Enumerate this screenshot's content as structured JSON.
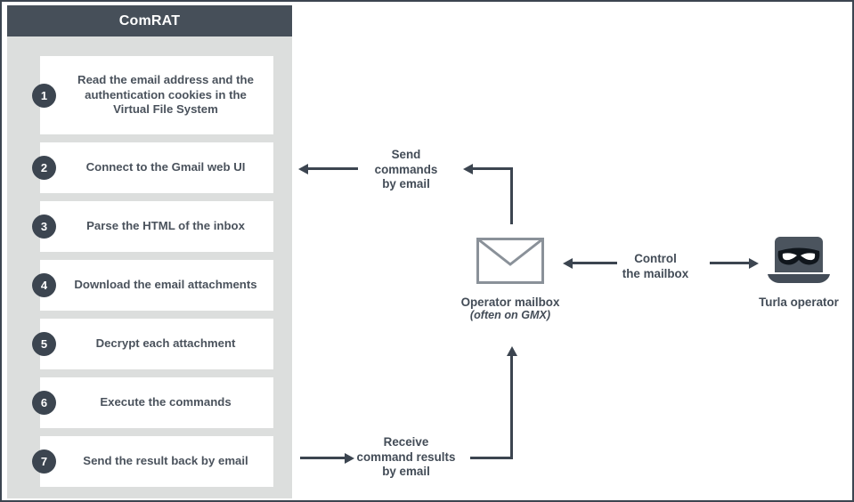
{
  "panel": {
    "title": "ComRAT",
    "steps": [
      {
        "num": "1",
        "text": "Read the email address\nand the authentication\ncookies in the Virtual\nFile System"
      },
      {
        "num": "2",
        "text": "Connect to the\nGmail web UI"
      },
      {
        "num": "3",
        "text": "Parse the HTML\nof the inbox"
      },
      {
        "num": "4",
        "text": "Download the email\nattachments"
      },
      {
        "num": "5",
        "text": "Decrypt each\nattachment"
      },
      {
        "num": "6",
        "text": "Execute\nthe commands"
      },
      {
        "num": "7",
        "text": "Send the result\nback by email"
      }
    ]
  },
  "diagram": {
    "send_commands_label": "Send\ncommands\nby email",
    "receive_results_label": "Receive\ncommand results\nby email",
    "control_mailbox_label": "Control\nthe mailbox",
    "mailbox_caption": "Operator mailbox",
    "mailbox_caption_sub": "(often on GMX)",
    "operator_caption": "Turla operator",
    "icons": {
      "mailbox": "envelope-icon",
      "operator": "laptop-mask-icon"
    }
  },
  "colors": {
    "header_bar": "#464f59",
    "panel_bg": "#dcdedd",
    "card_bg": "#ffffff",
    "badge": "#3c4550",
    "text": "#434c57",
    "envelope_outline": "#8a9199",
    "arrow": "#3c4550"
  }
}
